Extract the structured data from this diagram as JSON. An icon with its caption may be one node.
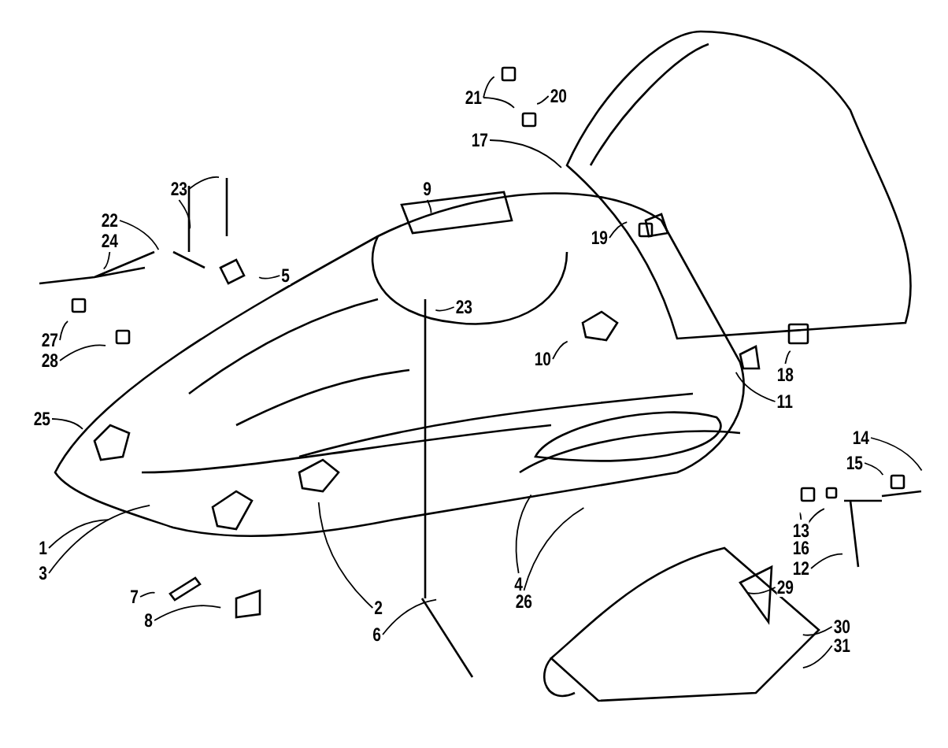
{
  "diagram": {
    "nodes": [
      {
        "text": [
          "21"
        ]
      },
      {
        "text": [
          "20"
        ]
      },
      {
        "text": [
          "17"
        ]
      },
      {
        "text": [
          "9"
        ]
      },
      {
        "text": [
          "23"
        ]
      },
      {
        "text": [
          "22"
        ]
      },
      {
        "text": [
          "24"
        ]
      },
      {
        "text": [
          "19"
        ]
      },
      {
        "text": [
          "5"
        ]
      },
      {
        "text": [
          "23"
        ]
      },
      {
        "text": [
          "27"
        ]
      },
      {
        "text": [
          "10"
        ]
      },
      {
        "text": [
          "28"
        ]
      },
      {
        "text": [
          "18"
        ]
      },
      {
        "text": [
          "11"
        ]
      },
      {
        "text": [
          "25"
        ]
      },
      {
        "text": [
          "14"
        ]
      },
      {
        "text": [
          "15"
        ]
      },
      {
        "text": [
          "13"
        ]
      },
      {
        "text": [
          "1"
        ]
      },
      {
        "text": [
          "16"
        ]
      },
      {
        "text": [
          "12"
        ]
      },
      {
        "text": [
          "3"
        ]
      },
      {
        "text": [
          "4"
        ]
      },
      {
        "text": [
          "29"
        ]
      },
      {
        "text": [
          "7"
        ]
      },
      {
        "text": [
          "26"
        ]
      },
      {
        "text": [
          "2"
        ]
      },
      {
        "text": [
          "8"
        ]
      },
      {
        "text": [
          "30"
        ]
      },
      {
        "text": [
          "6"
        ]
      },
      {
        "text": [
          "31"
        ]
      }
    ],
    "edges": [
      {
        "from": 0,
        "to": null,
        "arrow": "none"
      },
      {
        "from": 0,
        "to": null,
        "arrow": "none"
      },
      {
        "from": 1,
        "to": null,
        "arrow": "none"
      },
      {
        "from": 2,
        "to": null,
        "arrow": "none"
      },
      {
        "from": 3,
        "to": null,
        "arrow": "none"
      },
      {
        "from": 4,
        "to": null,
        "arrow": "none"
      },
      {
        "from": 4,
        "to": null,
        "arrow": "none"
      },
      {
        "from": 5,
        "to": null,
        "arrow": "none"
      },
      {
        "from": 6,
        "to": null,
        "arrow": "none"
      },
      {
        "from": 7,
        "to": null,
        "arrow": "none"
      },
      {
        "from": 8,
        "to": null,
        "arrow": "none"
      },
      {
        "from": 9,
        "to": null,
        "arrow": "none"
      },
      {
        "from": 10,
        "to": null,
        "arrow": "none"
      },
      {
        "from": 11,
        "to": null,
        "arrow": "none"
      },
      {
        "from": 12,
        "to": null,
        "arrow": "none"
      },
      {
        "from": 13,
        "to": null,
        "arrow": "none"
      },
      {
        "from": 14,
        "to": null,
        "arrow": "none"
      },
      {
        "from": 15,
        "to": null,
        "arrow": "none"
      },
      {
        "from": 16,
        "to": null,
        "arrow": "none"
      },
      {
        "from": 17,
        "to": null,
        "arrow": "none"
      },
      {
        "from": 18,
        "to": null,
        "arrow": "none"
      },
      {
        "from": 19,
        "to": null,
        "arrow": "none"
      },
      {
        "from": 20,
        "to": null,
        "arrow": "none"
      },
      {
        "from": 21,
        "to": null,
        "arrow": "none"
      },
      {
        "from": 22,
        "to": null,
        "arrow": "none"
      },
      {
        "from": 23,
        "to": null,
        "arrow": "none"
      },
      {
        "from": 24,
        "to": null,
        "arrow": "none"
      },
      {
        "from": 25,
        "to": null,
        "arrow": "none"
      },
      {
        "from": 26,
        "to": null,
        "arrow": "none"
      },
      {
        "from": 27,
        "to": null,
        "arrow": "none"
      },
      {
        "from": 28,
        "to": null,
        "arrow": "none"
      },
      {
        "from": 29,
        "to": null,
        "arrow": "none"
      },
      {
        "from": 30,
        "to": null,
        "arrow": "none"
      },
      {
        "from": 31,
        "to": null,
        "arrow": "none"
      }
    ]
  }
}
